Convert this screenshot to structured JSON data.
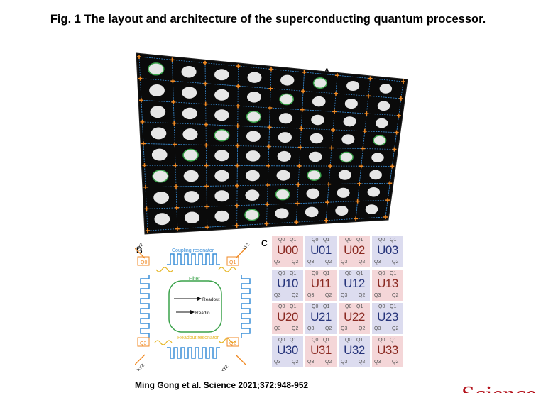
{
  "title": "Fig. 1 The layout and architecture of the superconducting quantum processor.",
  "panels": {
    "a": "A",
    "b": "B",
    "c": "C"
  },
  "panel_b": {
    "coupling_resonator": "Coupling resonator",
    "filter": "Filter",
    "readout": "Readout",
    "readin": "Readin",
    "readout_resonator": "Readout resonator",
    "q0": "Q0",
    "q1": "Q1",
    "q2": "Q2",
    "q3": "Q3",
    "xyz": "XYZ"
  },
  "panel_c": {
    "cells": [
      {
        "label": "U00",
        "q0": "Q0",
        "q1": "Q1",
        "q2": "Q2",
        "q3": "Q3"
      },
      {
        "label": "U01",
        "q0": "Q0",
        "q1": "Q1",
        "q2": "Q2",
        "q3": "Q3"
      },
      {
        "label": "U02",
        "q0": "Q0",
        "q1": "Q1",
        "q2": "Q2",
        "q3": "Q3"
      },
      {
        "label": "U03",
        "q0": "Q0",
        "q1": "Q1",
        "q2": "Q2",
        "q3": "Q3"
      },
      {
        "label": "U10",
        "q0": "Q0",
        "q1": "Q1",
        "q2": "Q2",
        "q3": "Q3"
      },
      {
        "label": "U11",
        "q0": "Q0",
        "q1": "Q1",
        "q2": "Q2",
        "q3": "Q3"
      },
      {
        "label": "U12",
        "q0": "Q0",
        "q1": "Q1",
        "q2": "Q2",
        "q3": "Q3"
      },
      {
        "label": "U13",
        "q0": "Q0",
        "q1": "Q1",
        "q2": "Q2",
        "q3": "Q3"
      },
      {
        "label": "U20",
        "q0": "Q0",
        "q1": "Q1",
        "q2": "Q2",
        "q3": "Q3"
      },
      {
        "label": "U21",
        "q0": "Q0",
        "q1": "Q1",
        "q2": "Q2",
        "q3": "Q3"
      },
      {
        "label": "U22",
        "q0": "Q0",
        "q1": "Q1",
        "q2": "Q2",
        "q3": "Q3"
      },
      {
        "label": "U23",
        "q0": "Q0",
        "q1": "Q1",
        "q2": "Q2",
        "q3": "Q3"
      },
      {
        "label": "U30",
        "q0": "Q0",
        "q1": "Q1",
        "q2": "Q2",
        "q3": "Q3"
      },
      {
        "label": "U31",
        "q0": "Q0",
        "q1": "Q1",
        "q2": "Q2",
        "q3": "Q3"
      },
      {
        "label": "U32",
        "q0": "Q0",
        "q1": "Q1",
        "q2": "Q2",
        "q3": "Q3"
      },
      {
        "label": "U33",
        "q0": "Q0",
        "q1": "Q1",
        "q2": "Q2",
        "q3": "Q3"
      }
    ]
  },
  "citation": "Ming Gong et al. Science 2021;372:948-952",
  "logo_text": "Science",
  "colors": {
    "chip_bg": "#0a0a0a",
    "qubit": "#e6e6e6",
    "accent_orange": "#f08a24",
    "wire_blue": "#3a8fd8",
    "ring_green": "#3aa24a",
    "coupler_yellow": "#e6b82a",
    "cell_pink": "#f4d6d8",
    "cell_lavender": "#dcdcef",
    "label_navy": "#26347a",
    "label_maroon": "#8a2a22"
  }
}
